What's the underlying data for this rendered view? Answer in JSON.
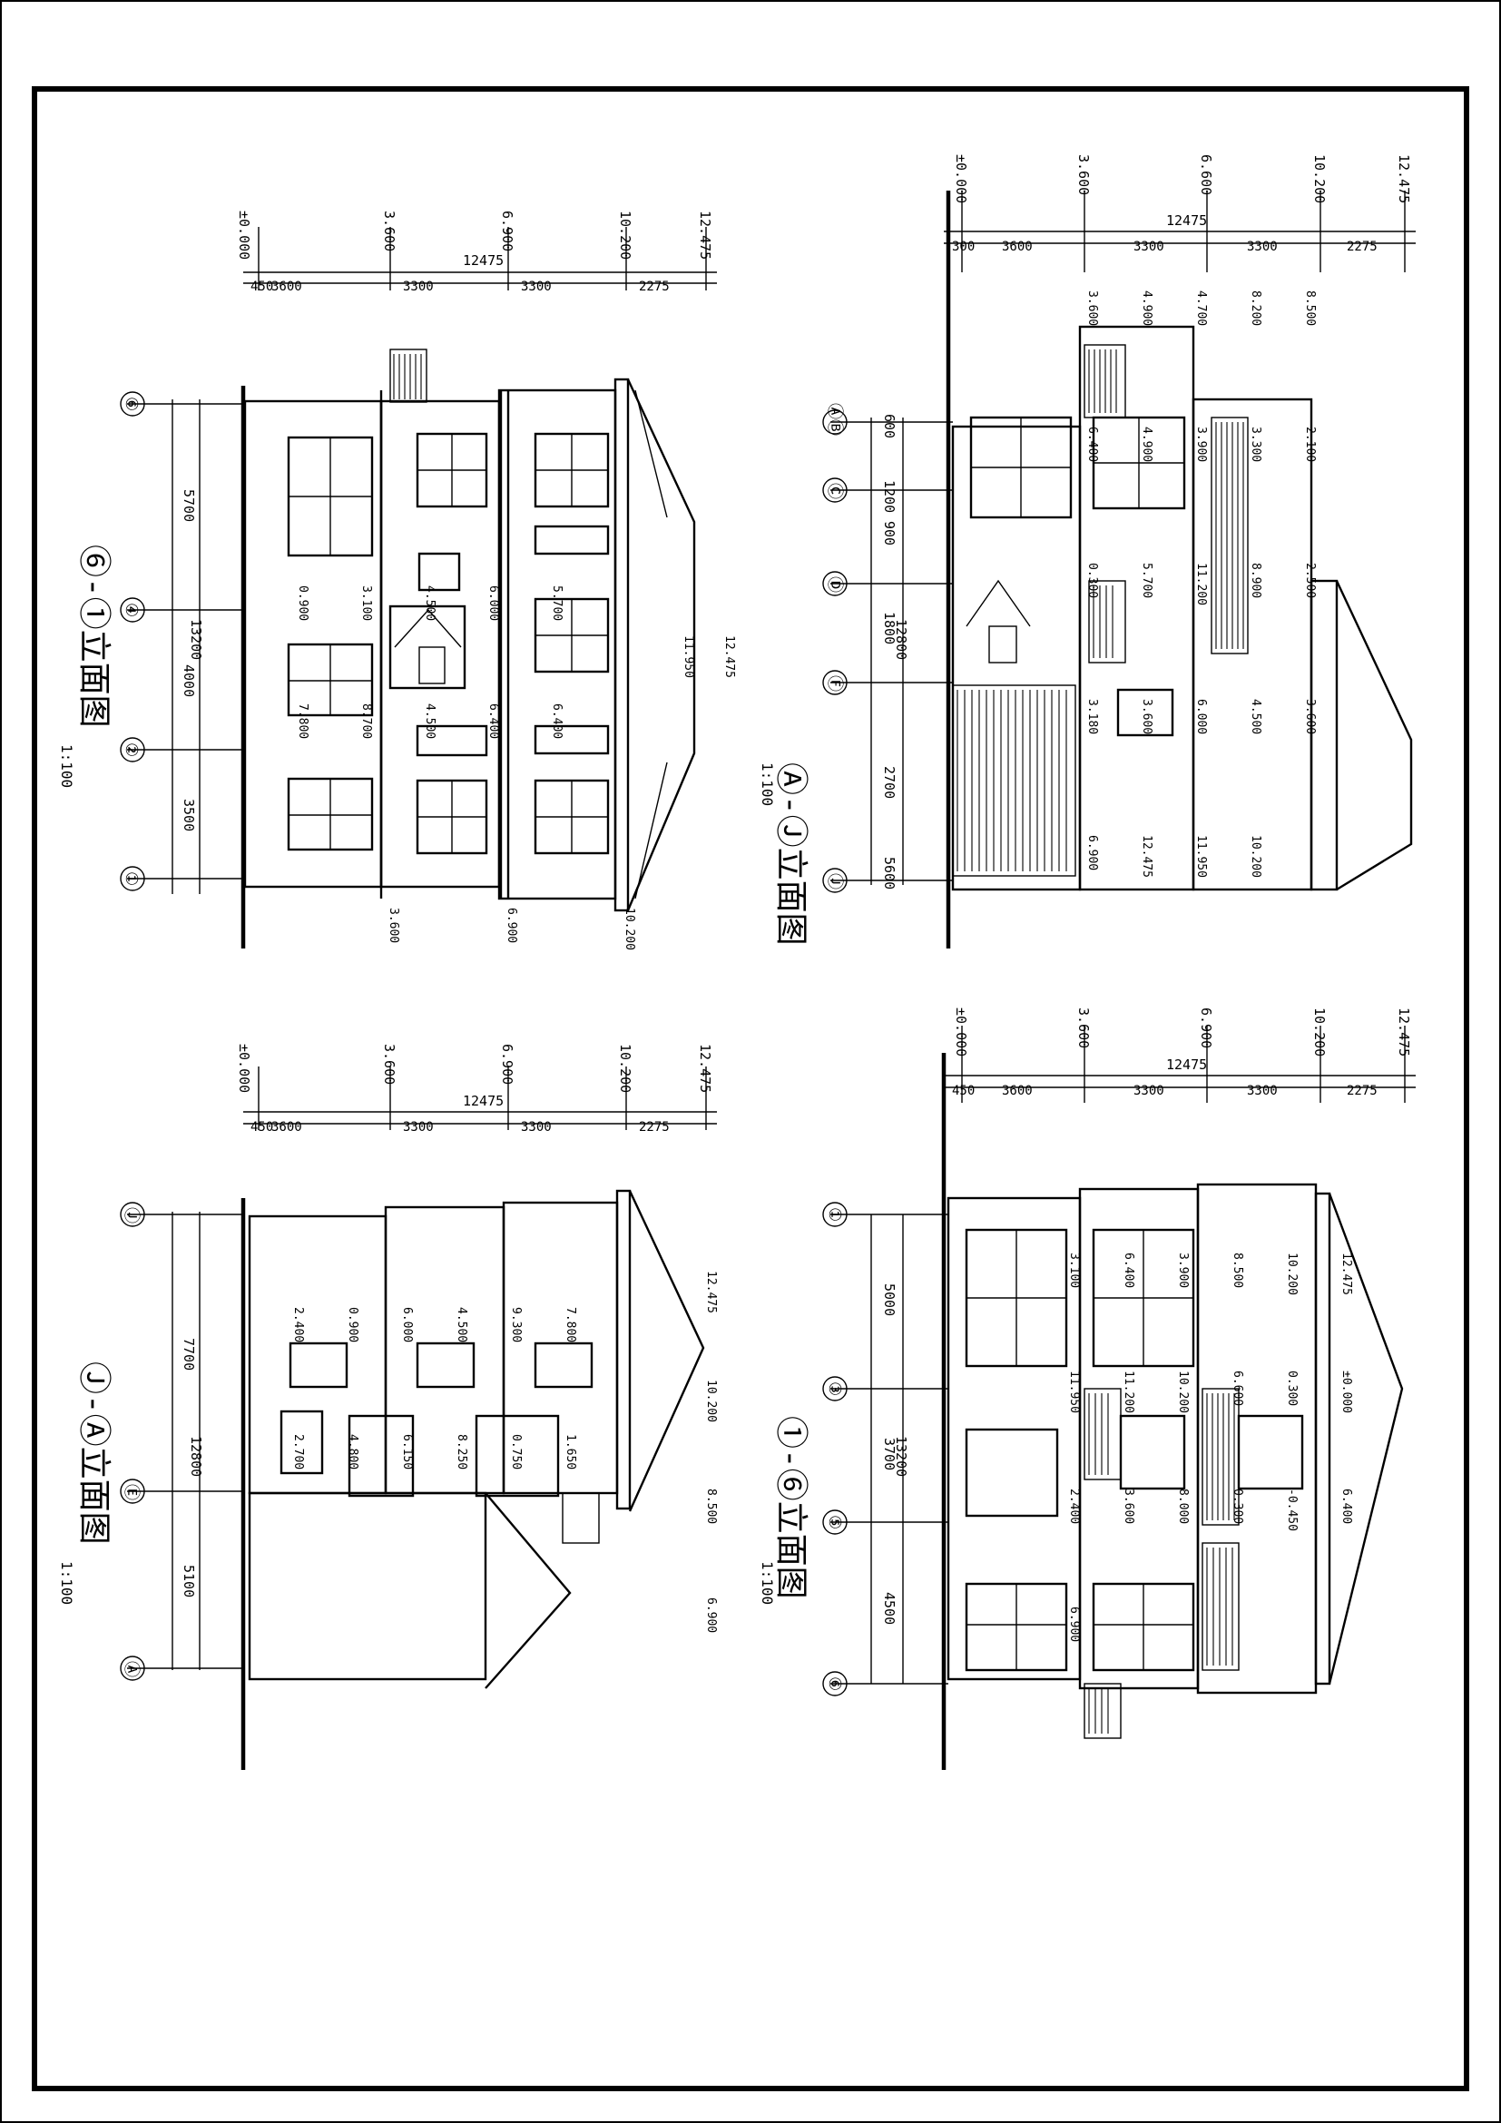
{
  "drawings": [
    {
      "id": "elev-6-1",
      "title": "⑥-①立面图",
      "scale": "1:100",
      "levels": [
        "±0.000",
        "3.600",
        "6.900",
        "10.200",
        "12.475"
      ],
      "storey_dims": [
        "450",
        "3600",
        "3300",
        "3300",
        "2275"
      ],
      "total_height": "12475",
      "axes": [
        "⑥",
        "④",
        "②",
        "①"
      ],
      "bays": [
        "5700",
        "4000",
        "3500"
      ],
      "total_width": "13200",
      "window_levels": [
        "0.900",
        "3.100",
        "4.500",
        "6.000",
        "5.700",
        "7.800",
        "8.700",
        "4.500",
        "6.400",
        "6.400"
      ],
      "roof_levels": [
        "11.950",
        "12.475"
      ],
      "bottom_levels": [
        "3.600",
        "6.900",
        "10.200"
      ]
    },
    {
      "id": "elev-a-j",
      "title": "Ⓐ-Ⓙ立面图",
      "scale": "1:100",
      "levels": [
        "±0.000",
        "3.600",
        "6.600",
        "10.200",
        "12.475"
      ],
      "storey_dims": [
        "300",
        "3600",
        "3300",
        "3300",
        "2275"
      ],
      "total_height": "12475",
      "axes": [
        "ⒶⒷ",
        "Ⓒ",
        "Ⓓ",
        "Ⓕ",
        "Ⓙ"
      ],
      "bays": [
        "600",
        "1200",
        "900",
        "1800",
        "2700",
        "5600"
      ],
      "total_width": "12800",
      "misc_levels": [
        "3.600",
        "4.900",
        "4.700",
        "8.200",
        "8.500",
        "6.400",
        "4.900",
        "3.900",
        "3.300",
        "2.100",
        "0.300",
        "5.700",
        "11.200",
        "8.900",
        "2.500",
        "3.180",
        "3.600",
        "6.000",
        "4.500",
        "3.600",
        "6.900",
        "12.475",
        "11.950",
        "10.200"
      ]
    },
    {
      "id": "elev-j-a",
      "title": "Ⓙ-Ⓐ立面图",
      "scale": "1:100",
      "levels": [
        "±0.000",
        "3.600",
        "6.900",
        "10.200",
        "12.475"
      ],
      "storey_dims": [
        "450",
        "3600",
        "3300",
        "3300",
        "2275"
      ],
      "total_height": "12475",
      "axes": [
        "Ⓙ",
        "Ⓔ",
        "Ⓐ"
      ],
      "bays": [
        "7700",
        "5100"
      ],
      "total_width": "12800",
      "window_levels": [
        "2.400",
        "0.900",
        "6.000",
        "4.500",
        "9.300",
        "7.800",
        "2.700",
        "4.800",
        "6.150",
        "8.250",
        "0.750",
        "1.650"
      ],
      "misc_levels": [
        "12.475",
        "10.200",
        "8.500",
        "6.900"
      ]
    },
    {
      "id": "elev-1-6",
      "title": "①-⑥立面图",
      "scale": "1:100",
      "levels": [
        "±0.000",
        "3.600",
        "6.900",
        "10.200",
        "12.475"
      ],
      "storey_dims": [
        "450",
        "3600",
        "3300",
        "3300",
        "2275"
      ],
      "total_height": "12475",
      "axes": [
        "①",
        "③",
        "⑤",
        "⑥"
      ],
      "bays": [
        "5000",
        "3700",
        "4500"
      ],
      "total_width": "13200",
      "misc_levels": [
        "3.100",
        "6.400",
        "3.900",
        "8.500",
        "10.200",
        "12.475",
        "11.950",
        "11.200",
        "10.200",
        "6.600",
        "0.300",
        "±0.000",
        "2.400",
        "3.600",
        "8.000",
        "0.300",
        "-0.450",
        "6.400",
        "6.900"
      ]
    }
  ]
}
